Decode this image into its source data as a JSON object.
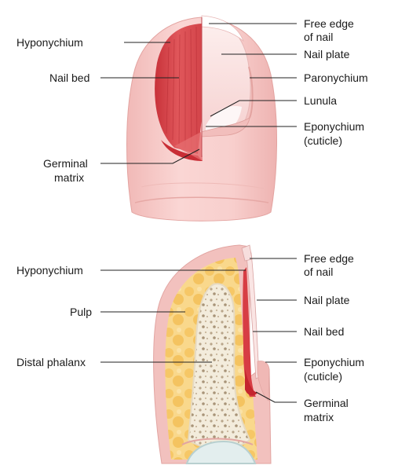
{
  "top_view": {
    "labels_left": {
      "hyponychium": "Hyponychium",
      "nail_bed": "Nail bed",
      "germinal_matrix_line1": "Germinal",
      "germinal_matrix_line2": "matrix"
    },
    "labels_right": {
      "free_edge_line1": "Free edge",
      "free_edge_line2": "of nail",
      "nail_plate": "Nail plate",
      "paronychium": "Paronychium",
      "lunula": "Lunula",
      "eponychium_line1": "Eponychium",
      "eponychium_line2": "(cuticle)"
    }
  },
  "section_view": {
    "labels_left": {
      "hyponychium": "Hyponychium",
      "pulp": "Pulp",
      "distal_phalanx": "Distal phalanx"
    },
    "labels_right": {
      "free_edge_line1": "Free edge",
      "free_edge_line2": "of nail",
      "nail_plate": "Nail plate",
      "nail_bed": "Nail bed",
      "eponychium_line1": "Eponychium",
      "eponychium_line2": "(cuticle)",
      "germinal_matrix_line1": "Germinal",
      "germinal_matrix_line2": "matrix"
    }
  },
  "colors": {
    "skin": "#f6c9c7",
    "skin_dark": "#e9a9a6",
    "nail_bed_red": "#d9454a",
    "nail_plate": "#fbe4e3",
    "lunula": "#ffffff",
    "fat": "#f7cf7a",
    "bone": "#f4efe3",
    "text": "#1a1a1a"
  }
}
